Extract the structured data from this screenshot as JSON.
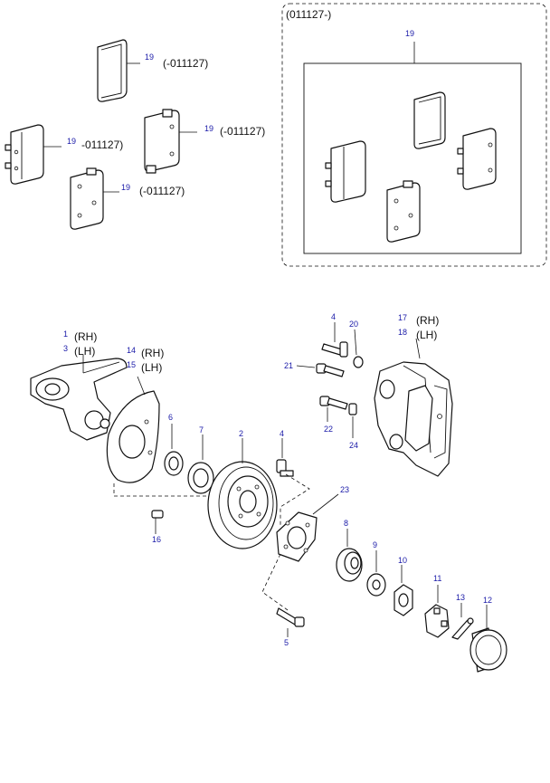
{
  "pads_pre": {
    "ref": "19",
    "code": "(-011127)",
    "code_short": "-011127)"
  },
  "pads_post": {
    "box_title": "(011127-)",
    "ref": "19"
  },
  "parts": {
    "knuckle_rh_ref": "1",
    "knuckle_lh_ref": "3",
    "knuckle_rh": "(RH)",
    "knuckle_lh": "(LH)",
    "shield_rh_ref": "14",
    "shield_lh_ref": "15",
    "shield_rh": "(RH)",
    "shield_lh": "(LH)",
    "caliper_rh_ref": "17",
    "caliper_lh_ref": "18",
    "caliper_rh": "(RH)",
    "caliper_lh": "(LH)",
    "disc_ref": "2",
    "bolt_disc_ref": "4",
    "bolt_caliper_ref": "4",
    "bolt_hub_ref": "5",
    "bearing_inner_ref": "6",
    "bearing_outer_ref": "7",
    "bearing_hub_ref": "8",
    "washer_ref": "9",
    "nut_ref": "10",
    "lock_cap_ref": "11",
    "cotter_pin_ref": "13",
    "grease_cap_ref": "12",
    "bolt_shield_ref": "16",
    "washer_caliper_ref": "20",
    "guide_bolt_upper_ref": "21",
    "guide_bolt_lower_ref": "22",
    "hub_flange_ref": "23",
    "bleeder_ref": "24"
  }
}
